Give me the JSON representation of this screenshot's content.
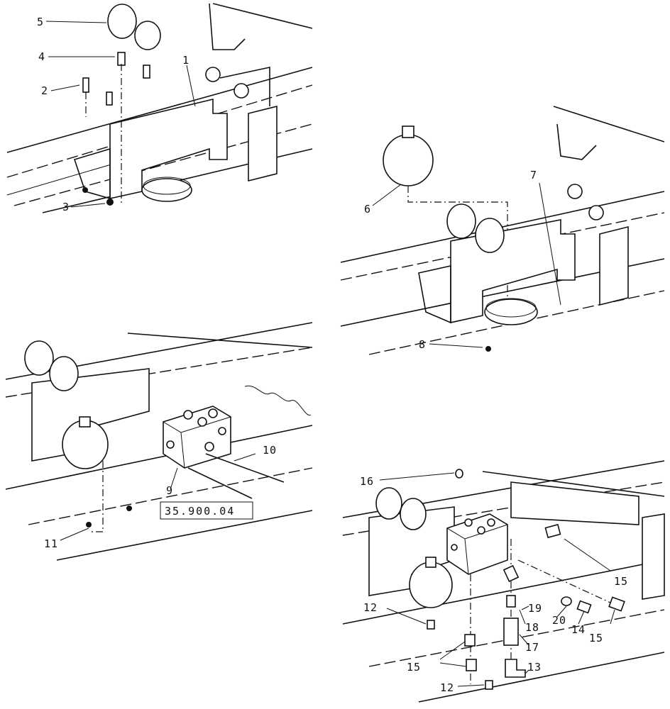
{
  "labels": {
    "l1": "1",
    "l2": "2",
    "l3": "3",
    "l4": "4",
    "l5": "5",
    "l6": "6",
    "l7": "7",
    "l8": "8",
    "l9": "9",
    "l10": "10",
    "l11": "11",
    "l12a": "12",
    "l12b": "12",
    "l13": "13",
    "l14": "14",
    "l15a": "15",
    "l15b": "15",
    "l15c": "15",
    "l16": "16",
    "l17": "17",
    "l18": "18",
    "l19": "19",
    "l20": "20"
  },
  "reference_box": "35.900.04"
}
